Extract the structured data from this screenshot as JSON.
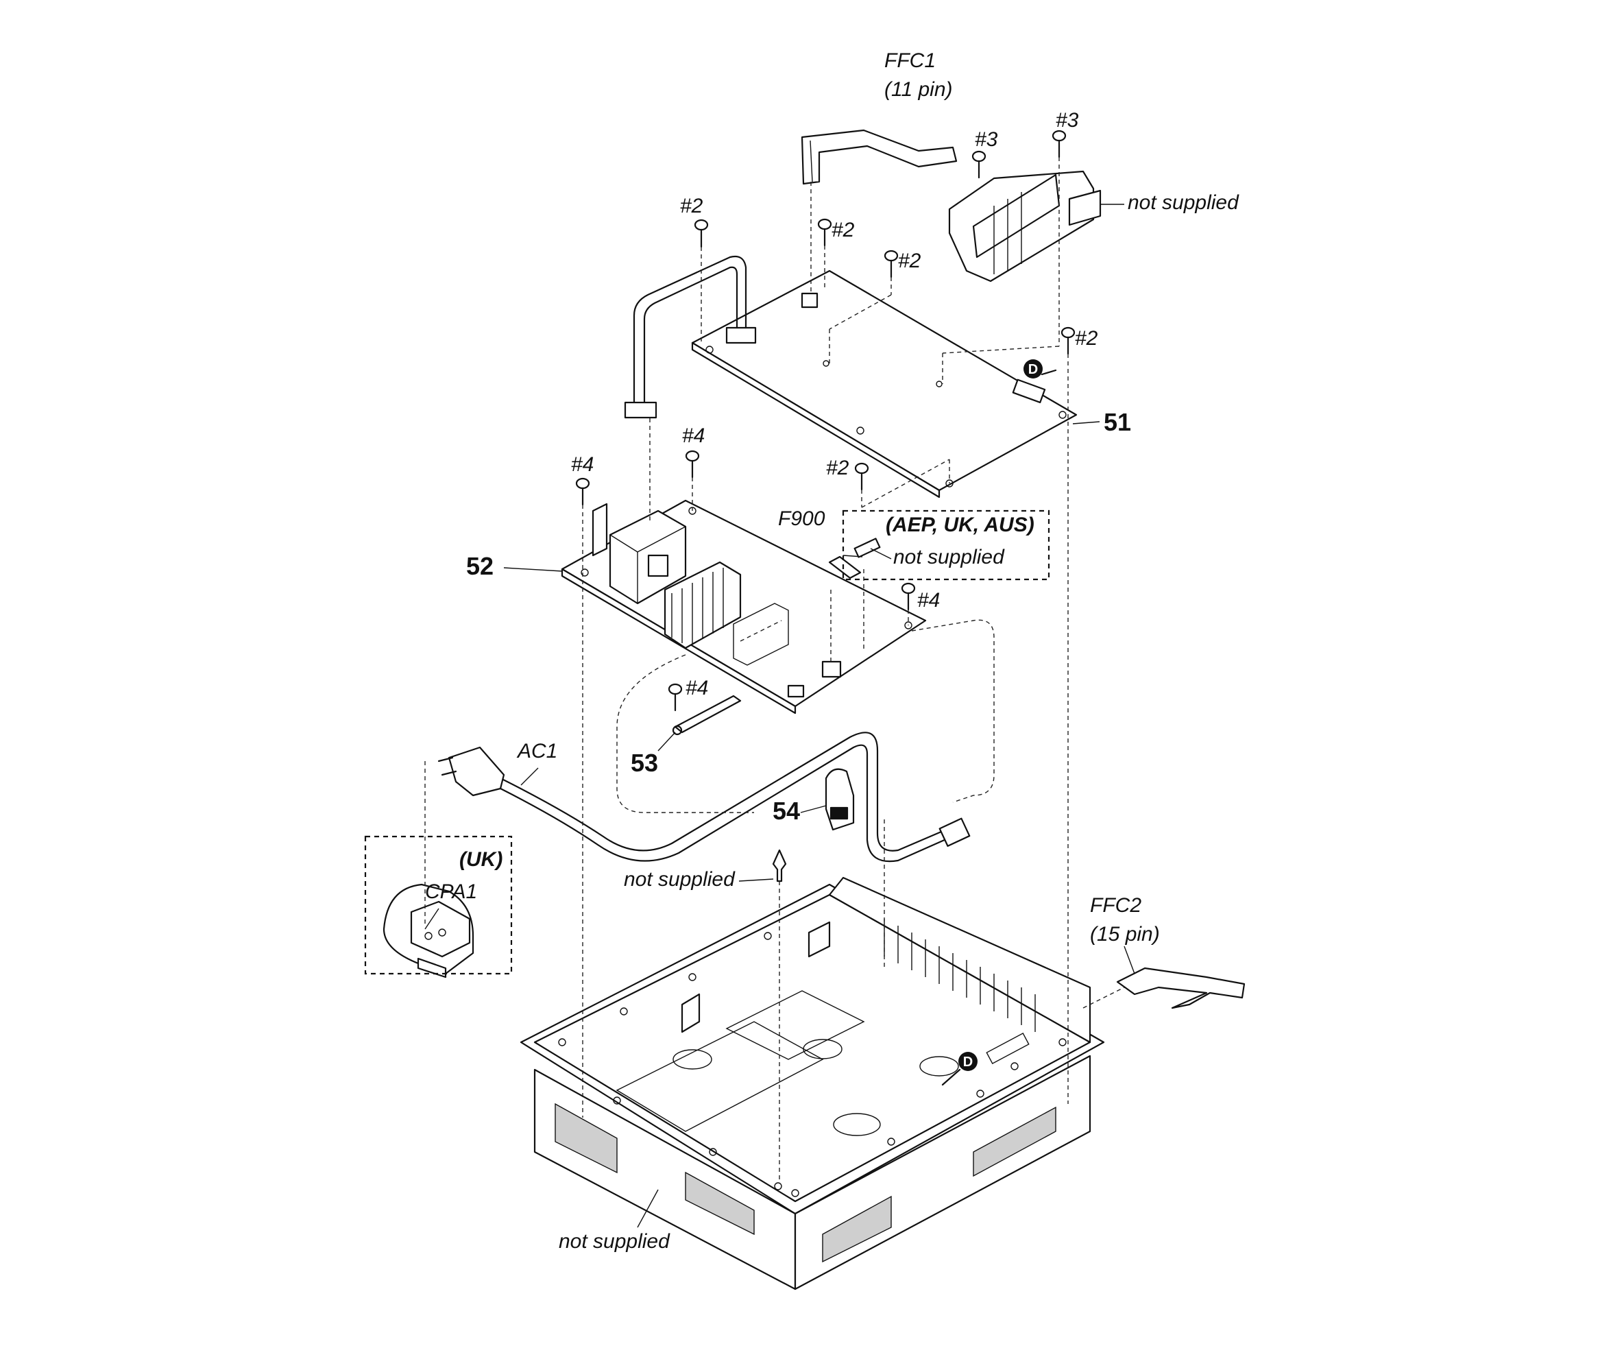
{
  "labels": {
    "ffc1_name": "FFC1",
    "ffc1_pins": "(11 pin)",
    "ffc2_name": "FFC2",
    "ffc2_pins": "(15 pin)",
    "screw_2": "#2",
    "screw_3": "#3",
    "screw_4": "#4",
    "not_supplied": "not supplied",
    "part_51": "51",
    "part_52": "52",
    "part_53": "53",
    "part_54": "54",
    "f900": "F900",
    "region_aep": "(AEP, UK, AUS)",
    "region_uk": "(UK)",
    "cpa1": "CPA1",
    "ac1": "AC1",
    "marker_d": "D"
  }
}
